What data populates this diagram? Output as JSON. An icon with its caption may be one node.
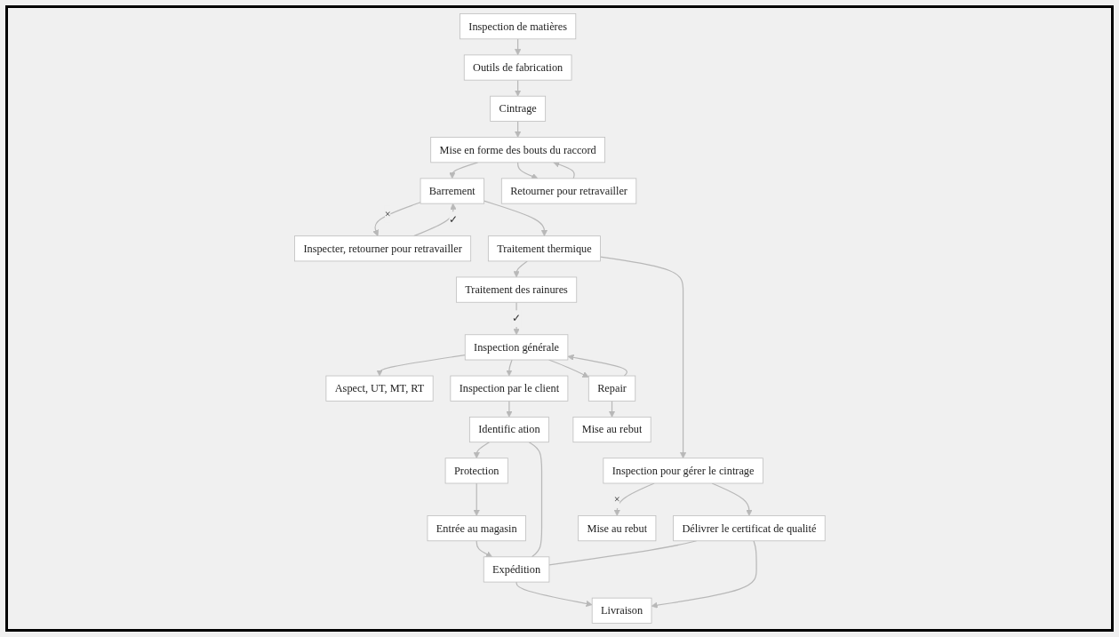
{
  "diagram": {
    "nodes": [
      {
        "text": [
          "Inspection de matières"
        ]
      },
      {
        "text": [
          "Outils de fabrication"
        ]
      },
      {
        "text": [
          "Cintrage"
        ]
      },
      {
        "text": [
          "Mise en forme des bouts du raccord"
        ]
      },
      {
        "text": [
          "Barrement"
        ]
      },
      {
        "text": [
          "Retourner pour retravailler"
        ]
      },
      {
        "text": [
          "Inspecter, retourner pour retravailler"
        ]
      },
      {
        "text": [
          "Aspect, UT, MT, RT"
        ]
      },
      {
        "text": [
          "Traitement thermique"
        ]
      },
      {
        "text": [
          "Protection"
        ]
      },
      {
        "text": [
          "Identific ation"
        ]
      },
      {
        "text": [
          "Inspection par le client"
        ]
      },
      {
        "text": [
          "Inspection générale"
        ]
      },
      {
        "text": [
          "Traitement des rainures"
        ]
      },
      {
        "text": [
          "Mise au rebut"
        ]
      },
      {
        "text": [
          "Repair"
        ]
      },
      {
        "text": [
          "Entrée au magasin"
        ]
      },
      {
        "text": [
          "Expédition"
        ]
      },
      {
        "text": [
          "Délivrer le certificat de qualité"
        ]
      },
      {
        "text": [
          "Inspection pour gérer le cintrage"
        ]
      },
      {
        "text": [
          "Livraison"
        ]
      },
      {
        "text": [
          "Mise au rebut"
        ]
      }
    ],
    "edges": [
      {
        "from": 0,
        "to": 1,
        "arrow": "to"
      },
      {
        "from": 1,
        "to": 2,
        "arrow": "to"
      },
      {
        "from": 2,
        "to": 3,
        "arrow": "to"
      },
      {
        "from": 3,
        "to": 4,
        "arrow": "to"
      },
      {
        "from": 3,
        "to": 5,
        "arrow": "to"
      },
      {
        "from": 5,
        "to": 3,
        "arrow": "to"
      },
      {
        "from": 4,
        "to": 6,
        "arrow": "to",
        "label": "×"
      },
      {
        "from": 6,
        "to": 4,
        "arrow": "to",
        "label": "✓"
      },
      {
        "from": 4,
        "to": 8,
        "arrow": "to"
      },
      {
        "from": 8,
        "to": 13,
        "arrow": "to"
      },
      {
        "from": 8,
        "to": 19,
        "arrow": "to"
      },
      {
        "from": 13,
        "to": 12,
        "arrow": "to",
        "label": "✓"
      },
      {
        "from": 12,
        "to": 7,
        "arrow": "to"
      },
      {
        "from": 12,
        "to": 15,
        "arrow": "to"
      },
      {
        "from": 15,
        "to": 12,
        "arrow": "to"
      },
      {
        "from": 15,
        "to": 14,
        "arrow": "to"
      },
      {
        "from": 12,
        "to": 11,
        "arrow": "to"
      },
      {
        "from": 11,
        "to": 10,
        "arrow": "to"
      },
      {
        "from": 10,
        "to": 9,
        "arrow": "to"
      },
      {
        "from": 9,
        "to": 16,
        "arrow": "to"
      },
      {
        "from": 16,
        "to": 17,
        "arrow": "to"
      },
      {
        "from": 10,
        "to": 17,
        "arrow": "none"
      },
      {
        "from": 18,
        "to": 17,
        "arrow": "none"
      },
      {
        "from": 19,
        "to": 18,
        "arrow": "to"
      },
      {
        "from": 19,
        "to": 21,
        "arrow": "to",
        "label": "×"
      },
      {
        "from": 17,
        "to": 20,
        "arrow": "to"
      },
      {
        "from": 18,
        "to": 20,
        "arrow": "to"
      }
    ]
  }
}
